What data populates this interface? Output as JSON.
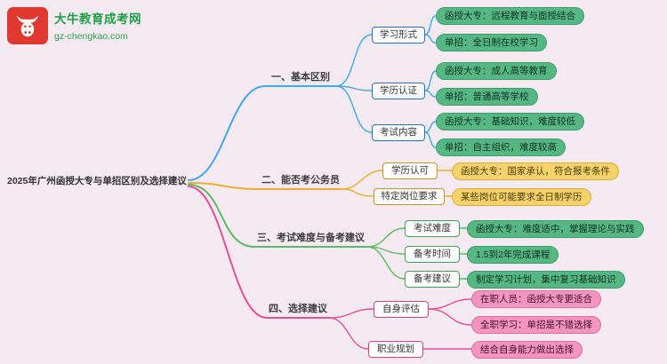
{
  "logo": {
    "site_name": "大牛教育成考网",
    "site_url": "gz-chengkao.com"
  },
  "root": {
    "label": "2025年广州函授大专与单招区别及选择建议"
  },
  "colors": {
    "branch1": "#45a7e6",
    "branch2": "#e9ae30",
    "branch3": "#5eb963",
    "branch4": "#ec4e96",
    "leaf_green": "#55b884",
    "leaf_yellow": "#f6d36a",
    "leaf_pink": "#f494bf"
  },
  "branches": [
    {
      "label": "一、基本区别",
      "children": [
        {
          "label": "学习形式",
          "leaves": [
            "函授大专：远程教育与面授结合",
            "单招：全日制在校学习"
          ]
        },
        {
          "label": "学历认证",
          "leaves": [
            "函授大专：成人高等教育",
            "单招：普通高等学校"
          ]
        },
        {
          "label": "考试内容",
          "leaves": [
            "函授大专：基础知识，难度较低",
            "单招：自主组织，难度较高"
          ]
        }
      ]
    },
    {
      "label": "二、能否考公务员",
      "children": [
        {
          "label": "学历认可",
          "leaves": [
            "函授大专：国家承认，符合报考条件"
          ]
        },
        {
          "label": "特定岗位要求",
          "leaves": [
            "某些岗位可能要求全日制学历"
          ]
        }
      ]
    },
    {
      "label": "三、考试难度与备考建议",
      "children": [
        {
          "label": "考试难度",
          "leaves": [
            "函授大专：难度适中，掌握理论与实践"
          ]
        },
        {
          "label": "备考时间",
          "leaves": [
            "1.5到2年完成课程"
          ]
        },
        {
          "label": "备考建议",
          "leaves": [
            "制定学习计划，集中复习基础知识"
          ]
        }
      ]
    },
    {
      "label": "四、选择建议",
      "children": [
        {
          "label": "自身评估",
          "leaves": [
            "在职人员：函授大专更适合",
            "全职学习：单招是不错选择"
          ]
        },
        {
          "label": "职业规划",
          "leaves": [
            "结合自身能力做出选择"
          ]
        }
      ]
    }
  ]
}
